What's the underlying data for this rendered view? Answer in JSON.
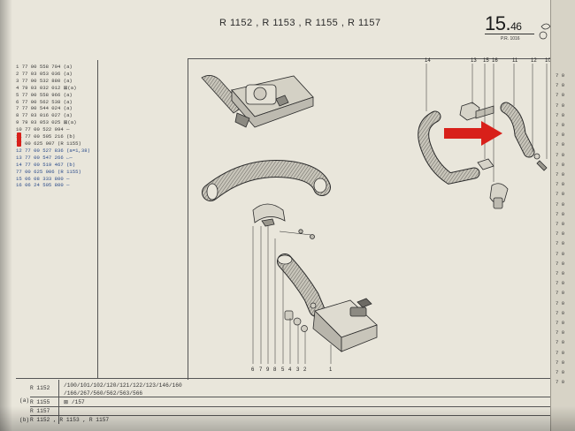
{
  "header": {
    "models": "R 1152 , R 1153 , R 1155 , R 1157",
    "page_number": "15.",
    "page_number_small": "46",
    "page_ref": "P.R. 1016"
  },
  "parts_list": [
    {
      "text": "1  77 00 558 704  (a)"
    },
    {
      "text": "2  77 03 053 036  (a)"
    },
    {
      "text": "3  77 00 532 880  (a)"
    },
    {
      "text": "4  79 03 032 012 ⊠(a)"
    },
    {
      "text": "5  77 00 558 966  (a)"
    },
    {
      "text": "6  77 00 562 538  (a)"
    },
    {
      "text": "7  77 00 544 024  (a)"
    },
    {
      "text": "8  77 03 016 027  (a)"
    },
    {
      "text": "9  79 03 053 025 ⊠(a)"
    },
    {
      "text": "10 77 00 522 094  —"
    },
    {
      "text": "11 77 00 595 216  (b)"
    },
    {
      "text": "   77 00 625 907  (R 1155)"
    },
    {
      "text": "12 77 00 527 836  (a=1,38)"
    },
    {
      "text": "13 77 00 547 266  ←—"
    },
    {
      "text": "14 77 00 519 467  (b)"
    },
    {
      "text": "   77 00 625 906  (R 1155)"
    },
    {
      "text": "15 06 08 333 800  —"
    },
    {
      "text": "16 06 24 505 800  —"
    }
  ],
  "right_codes": [
    "7 0",
    "7 0",
    "7 0",
    "7 0",
    "7 0",
    "7 0",
    "7 0",
    "7 0",
    "7 0",
    "7 0",
    "7 0",
    "7 0",
    "7 0",
    "7 0",
    "7 0",
    "7 0",
    "7 0",
    "7 0",
    "7 0",
    "7 0",
    "7 0",
    "7 0",
    "7 0",
    "7 0",
    "7 0",
    "7 0",
    "7 0",
    "7 0",
    "7 0",
    "7 0",
    "7 0",
    "7 0"
  ],
  "diagram_callouts": {
    "upper_right": [
      "14",
      "13",
      "15",
      "16",
      "11",
      "12",
      "10"
    ],
    "bottom": [
      "6",
      "7",
      "9",
      "8",
      "5",
      "4",
      "3",
      "2",
      "1"
    ]
  },
  "bottom_table": {
    "row1_model": "R 1152",
    "row1_codes_a": "/100/101/102/120/121/122/123/146/160",
    "row1_codes_b": "/166/267/560/562/563/566",
    "row2_label": "(a)",
    "row2_model": "R 1155",
    "row2_codes": "⊠ /157",
    "row3_model": "R 1157",
    "row4_label": "(b)",
    "row4_model": "R 1152 , R 1153 , R 1157"
  },
  "colors": {
    "paper": "#e9e6db",
    "ink": "#2a2a2a",
    "annotation_red": "#d8201a",
    "hose_shading": "#8c8a82"
  }
}
